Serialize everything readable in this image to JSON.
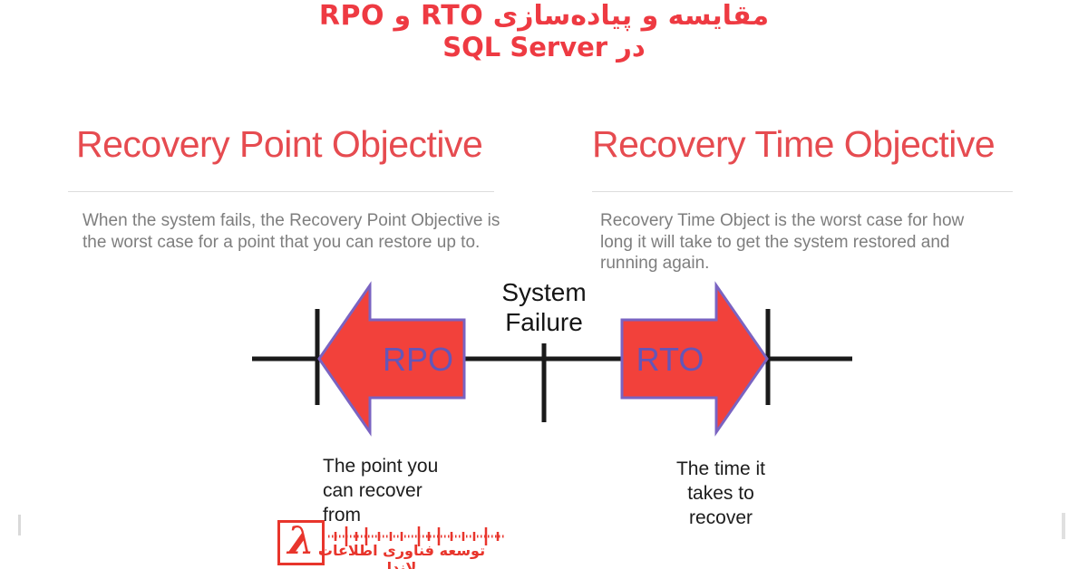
{
  "page": {
    "title_line1": "مقایسه و پیاده‌سازی RTO و RPO",
    "title_line2": "در SQL Server"
  },
  "columns": {
    "rpo": {
      "heading": "Recovery Point Objective",
      "description": "When the system fails, the Recovery Point Objective is the worst case for a point that you can restore up to."
    },
    "rto": {
      "heading": "Recovery Time Objective",
      "description": "Recovery Time Object is the worst case for how long it will take to get the system restored and running again."
    }
  },
  "diagram": {
    "failure_label": "System\nFailure",
    "rpo_arrow_label": "RPO",
    "rto_arrow_label": "RTO",
    "rpo_caption": "The point you\ncan recover\nfrom",
    "rto_caption": "The time it\ntakes to\nrecover",
    "colors": {
      "arrow_fill": "#f2413b",
      "arrow_stroke": "#7a63c1",
      "arrow_label": "#6456b8",
      "timeline": "#1a1a1a"
    }
  },
  "footer": {
    "logo_symbol": "λ",
    "logo_text": "توسعه فناوری اطلاعات لاندا",
    "logo_color": "#e8352c"
  },
  "theme": {
    "title_red": "#ee3a42",
    "heading_red": "#e64b50",
    "body_gray": "#7e7e7e"
  }
}
